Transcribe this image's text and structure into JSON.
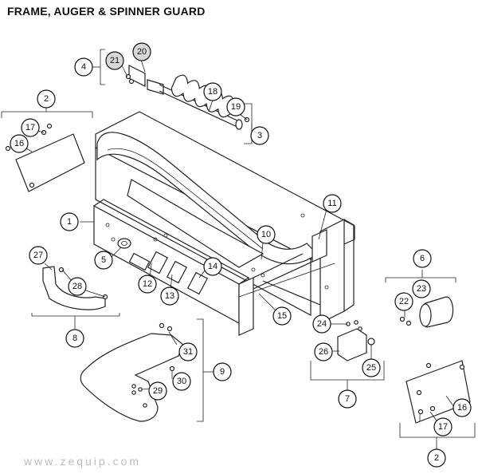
{
  "title": "FRAME, AUGER & SPINNER GUARD",
  "watermark": "www.zequip.com",
  "callouts": [
    {
      "id": "c1",
      "label": "1",
      "shaded": false
    },
    {
      "id": "c2a",
      "label": "2",
      "shaded": false
    },
    {
      "id": "c2b",
      "label": "2",
      "shaded": false
    },
    {
      "id": "c3",
      "label": "3",
      "shaded": false
    },
    {
      "id": "c4",
      "label": "4",
      "shaded": false
    },
    {
      "id": "c5",
      "label": "5",
      "shaded": false
    },
    {
      "id": "c6",
      "label": "6",
      "shaded": false
    },
    {
      "id": "c7",
      "label": "7",
      "shaded": false
    },
    {
      "id": "c8",
      "label": "8",
      "shaded": false
    },
    {
      "id": "c9",
      "label": "9",
      "shaded": false
    },
    {
      "id": "c10",
      "label": "10",
      "shaded": false
    },
    {
      "id": "c11",
      "label": "11",
      "shaded": false
    },
    {
      "id": "c12",
      "label": "12",
      "shaded": false
    },
    {
      "id": "c13",
      "label": "13",
      "shaded": false
    },
    {
      "id": "c14",
      "label": "14",
      "shaded": false
    },
    {
      "id": "c15",
      "label": "15",
      "shaded": false
    },
    {
      "id": "c16a",
      "label": "16",
      "shaded": false
    },
    {
      "id": "c16b",
      "label": "16",
      "shaded": false
    },
    {
      "id": "c17a",
      "label": "17",
      "shaded": false
    },
    {
      "id": "c17b",
      "label": "17",
      "shaded": false
    },
    {
      "id": "c18",
      "label": "18",
      "shaded": false
    },
    {
      "id": "c19",
      "label": "19",
      "shaded": false
    },
    {
      "id": "c20",
      "label": "20",
      "shaded": true
    },
    {
      "id": "c21",
      "label": "21",
      "shaded": true
    },
    {
      "id": "c22",
      "label": "22",
      "shaded": false
    },
    {
      "id": "c23",
      "label": "23",
      "shaded": false
    },
    {
      "id": "c24",
      "label": "24",
      "shaded": false
    },
    {
      "id": "c25",
      "label": "25",
      "shaded": false
    },
    {
      "id": "c26",
      "label": "26",
      "shaded": false
    },
    {
      "id": "c27",
      "label": "27",
      "shaded": false
    },
    {
      "id": "c28",
      "label": "28",
      "shaded": false
    },
    {
      "id": "c29",
      "label": "29",
      "shaded": false
    },
    {
      "id": "c30",
      "label": "30",
      "shaded": false
    },
    {
      "id": "c31",
      "label": "31",
      "shaded": false
    }
  ]
}
